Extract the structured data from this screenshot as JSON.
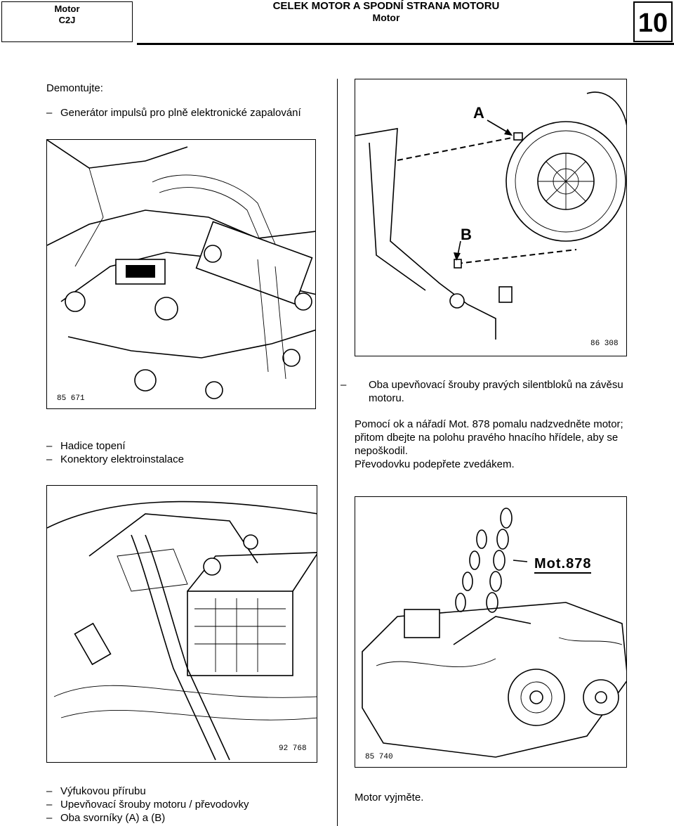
{
  "header": {
    "left_line1": "Motor",
    "left_line2": "C2J",
    "title": "CELEK MOTOR A SPODNÍ STRANA MOTORU",
    "subtitle": "Motor",
    "section_number": "10"
  },
  "left_column": {
    "intro": "Demontujte:",
    "item1": "Generátor impulsů pro plně elektronické zapalování",
    "fig1_label": "85 671",
    "item2": "Hadice topení",
    "item3": "Konektory elektroinstalace",
    "fig2_label": "92 768",
    "item4": "Výfukovou přírubu",
    "item5": "Upevňovací šrouby motoru / převodovky",
    "item6": "Oba svorníky (A) a (B)"
  },
  "right_column": {
    "fig3_label": "86 308",
    "fig3_marker_a": "A",
    "fig3_marker_b": "B",
    "item1": "Oba upevňovací šrouby pravých silentbloků na závěsu motoru.",
    "para1": "Pomocí ok a nářadí Mot. 878 pomalu nadzvedněte motor; přitom dbejte na polohu pravého hnacího hřídele, aby se nepoškodil.",
    "para2": "Převodovku podepřete zvedákem.",
    "fig4_tool": "Mot.878",
    "fig4_label": "85 740",
    "final": "Motor vyjměte."
  }
}
